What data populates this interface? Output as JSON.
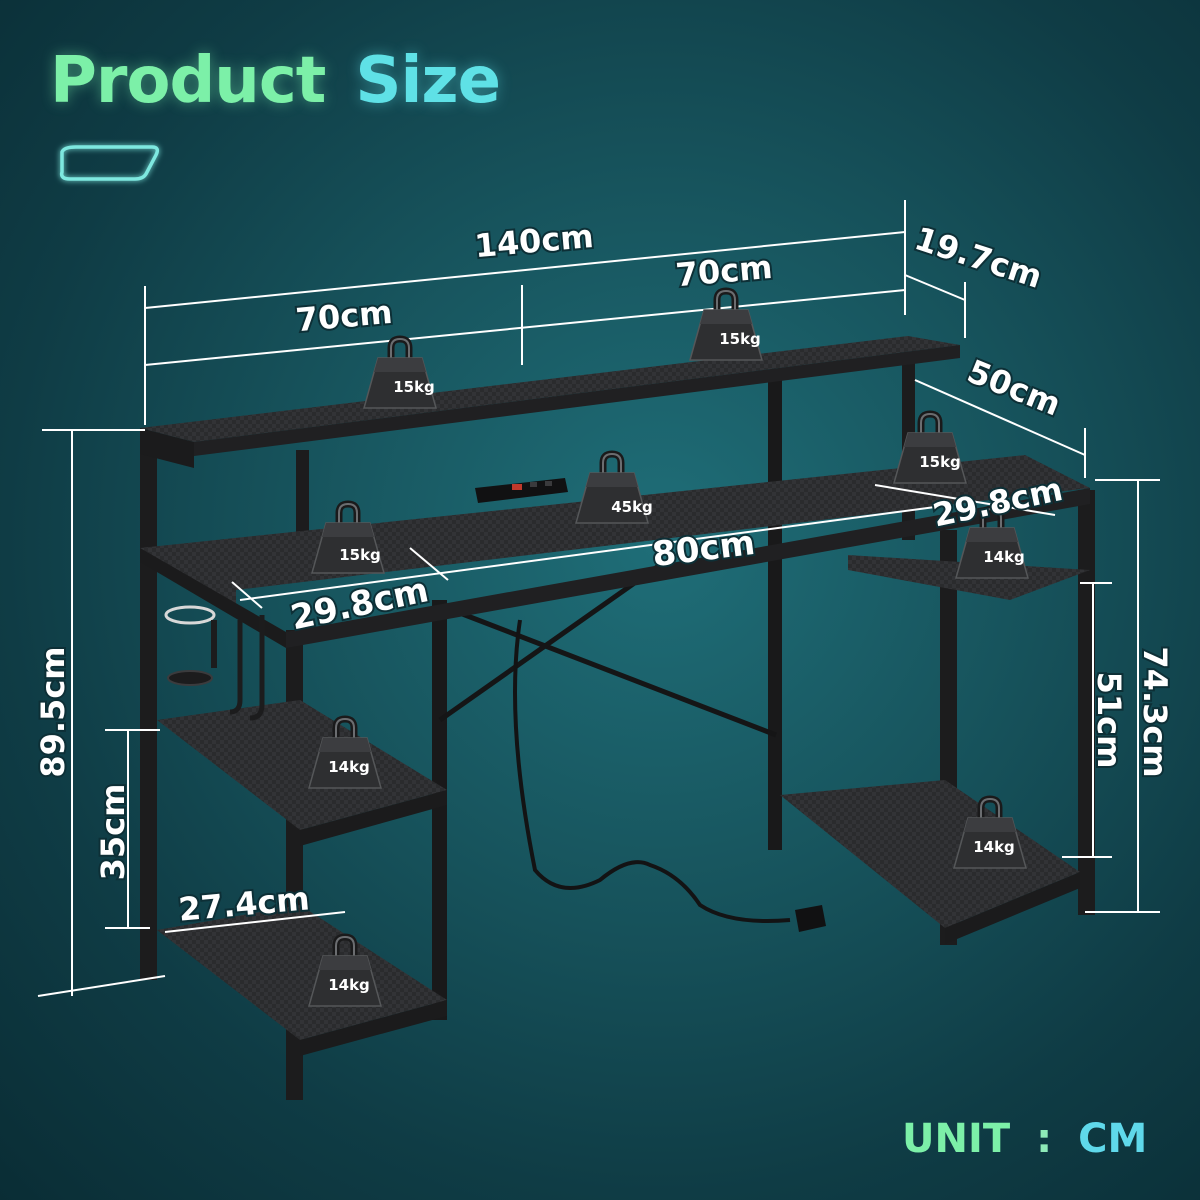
{
  "header": {
    "title_word1": "Product",
    "title_word2": "Size"
  },
  "dimensions": {
    "total_width": "140cm",
    "left_width": "70cm",
    "right_width": "70cm",
    "monitor_depth": "19.7cm",
    "desk_depth": "50cm",
    "right_depth": "29.8cm",
    "desk_length": "80cm",
    "left_depth": "29.8cm",
    "total_height": "89.5cm",
    "shelf_gap": "35cm",
    "shelf_depth": "27.4cm",
    "desk_height": "74.3cm",
    "cabinet_height": "51cm"
  },
  "weights": {
    "monitor_left": "15kg",
    "monitor_right": "15kg",
    "right_top": "15kg",
    "desk_center": "45kg",
    "left_top": "15kg",
    "right_shelf": "14kg",
    "left_shelf_upper": "14kg",
    "left_shelf_lower": "14kg",
    "right_shelf_lower": "14kg"
  },
  "footer": {
    "unit_label": "UNIT",
    "unit_separator": ":",
    "unit_value": "CM"
  },
  "colors": {
    "title_green": "#7cf0a8",
    "title_cyan": "#5fe1e6",
    "background": "#17545d"
  }
}
